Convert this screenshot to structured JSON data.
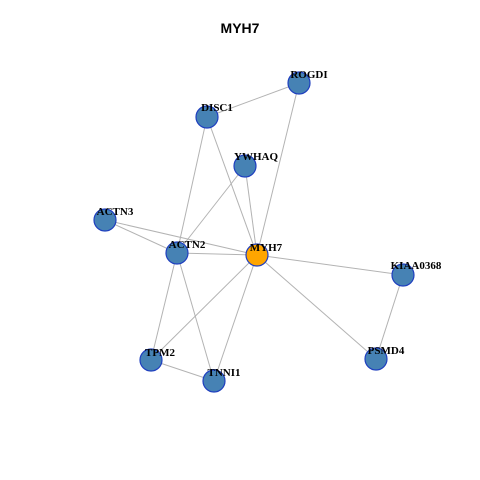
{
  "title": "MYH7",
  "colors": {
    "node": "#4682b4",
    "focus": "#ffa500",
    "edge": "#b3b3b3",
    "border": "#1f3fbf"
  },
  "graph": {
    "nodes": [
      {
        "id": "MYH7",
        "label": "MYH7",
        "focus": true
      },
      {
        "id": "ROGDI",
        "label": "ROGDI"
      },
      {
        "id": "DISC1",
        "label": "DISC1"
      },
      {
        "id": "YWHAQ",
        "label": "YWHAQ"
      },
      {
        "id": "ACTN3",
        "label": "ACTN3"
      },
      {
        "id": "ACTN2",
        "label": "ACTN2"
      },
      {
        "id": "KIAA0368",
        "label": "KIAA0368"
      },
      {
        "id": "PSMD4",
        "label": "PSMD4"
      },
      {
        "id": "TPM2",
        "label": "TPM2"
      },
      {
        "id": "TNNI1",
        "label": "TNNI1"
      }
    ],
    "edges": [
      [
        "ROGDI",
        "DISC1"
      ],
      [
        "ROGDI",
        "MYH7"
      ],
      [
        "DISC1",
        "ACTN2"
      ],
      [
        "DISC1",
        "MYH7"
      ],
      [
        "YWHAQ",
        "ACTN2"
      ],
      [
        "YWHAQ",
        "MYH7"
      ],
      [
        "ACTN3",
        "ACTN2"
      ],
      [
        "ACTN3",
        "MYH7"
      ],
      [
        "ACTN2",
        "MYH7"
      ],
      [
        "ACTN2",
        "TPM2"
      ],
      [
        "ACTN2",
        "TNNI1"
      ],
      [
        "MYH7",
        "KIAA0368"
      ],
      [
        "MYH7",
        "PSMD4"
      ],
      [
        "MYH7",
        "TPM2"
      ],
      [
        "MYH7",
        "TNNI1"
      ],
      [
        "KIAA0368",
        "PSMD4"
      ],
      [
        "TPM2",
        "TNNI1"
      ]
    ]
  }
}
